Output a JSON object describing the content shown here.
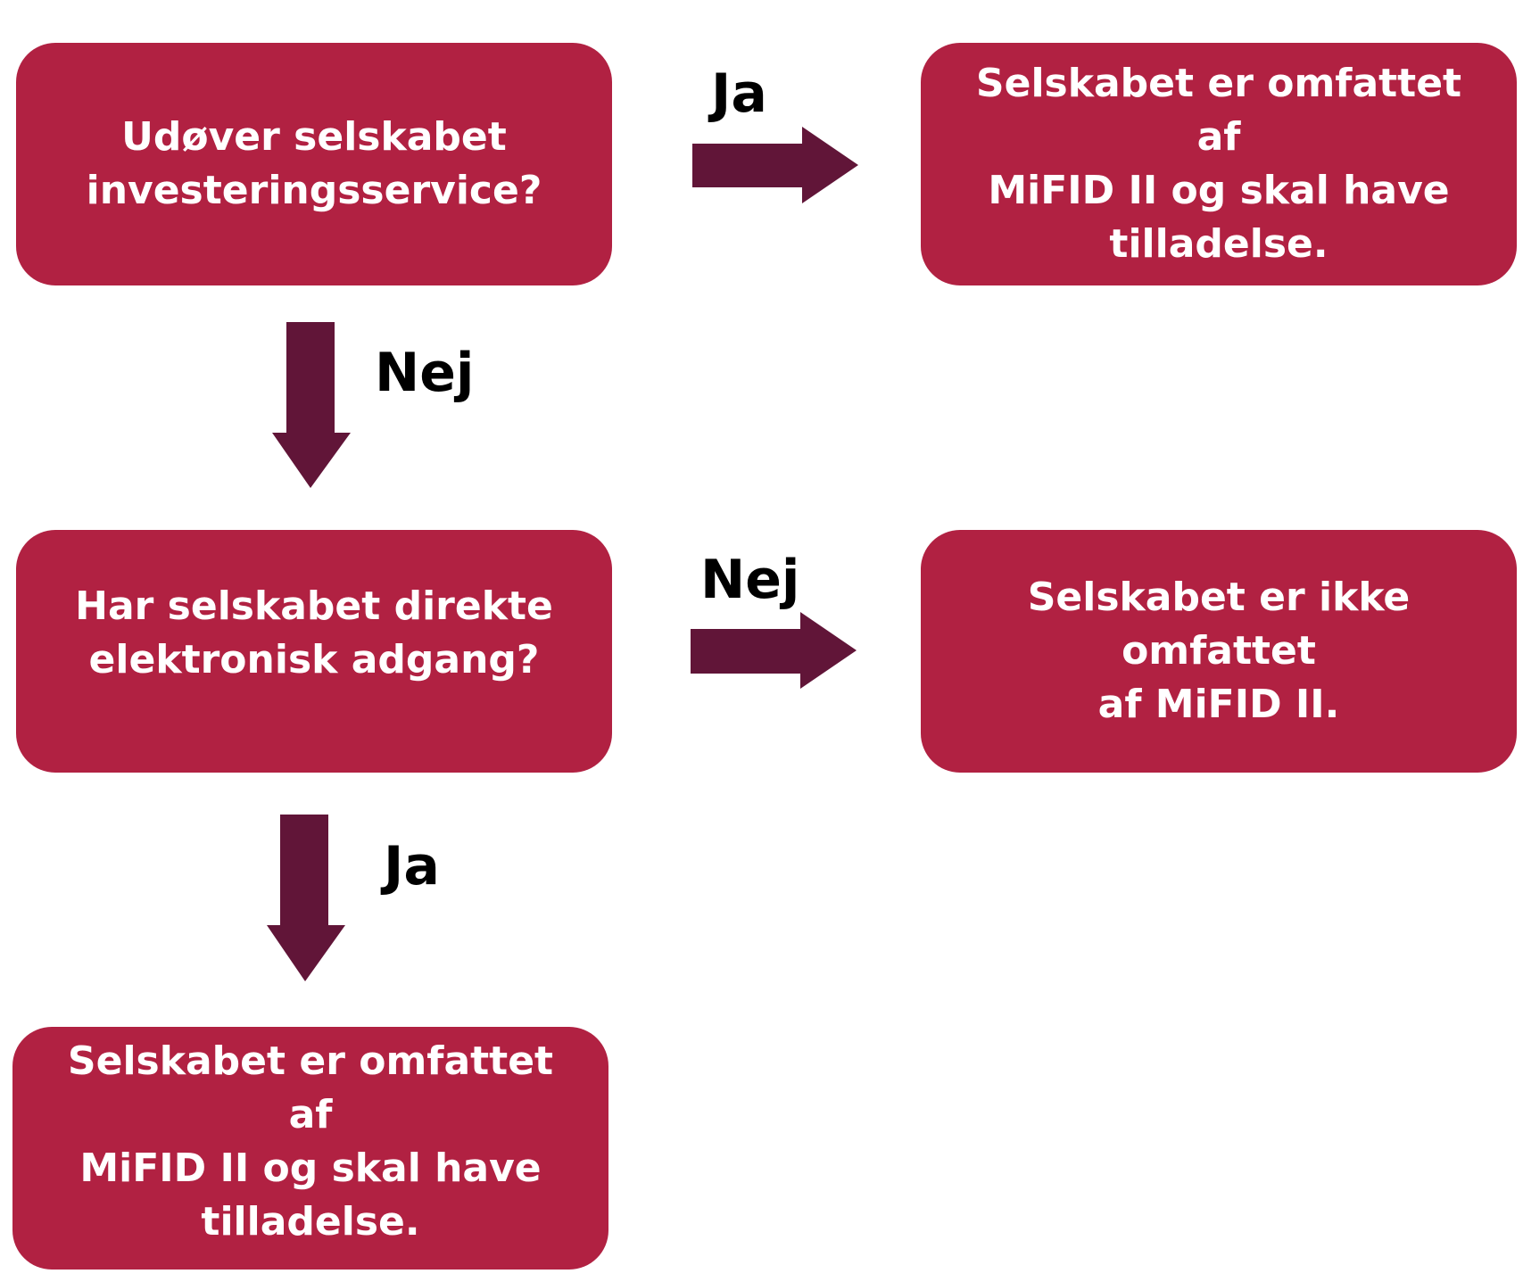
{
  "colors": {
    "box_fill": "#b12142",
    "box_text": "#ffffff",
    "arrow_fill": "#611538",
    "label_text": "#000000"
  },
  "nodes": {
    "question_1": [
      "Udøver selskabet",
      "investeringsservice?"
    ],
    "result_1": [
      "Selskabet er omfattet af",
      "MiFID II og skal have",
      "tilladelse."
    ],
    "question_2": [
      "Har selskabet direkte",
      "elektronisk adgang?"
    ],
    "result_2": [
      "Selskabet er ikke omfattet",
      "af MiFID II."
    ],
    "result_3": [
      "Selskabet er omfattet af",
      "MiFID II og skal have",
      "tilladelse."
    ]
  },
  "edges": {
    "q1_to_r1": "Ja",
    "q1_to_q2": "Nej",
    "q2_to_r2": "Nej",
    "q2_to_r3": "Ja"
  }
}
